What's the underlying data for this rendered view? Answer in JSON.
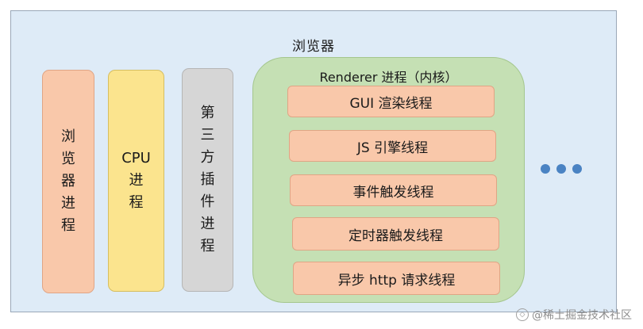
{
  "browser": {
    "title": "浏览器"
  },
  "processes": {
    "browser_process": [
      "浏",
      "览",
      "器",
      "进",
      "程"
    ],
    "cpu_process": [
      "CPU",
      "进",
      "程"
    ],
    "plugin_process": [
      "第",
      "三",
      "方",
      "插",
      "件",
      "进",
      "程"
    ]
  },
  "renderer": {
    "title": "Renderer 进程（内核）",
    "threads": [
      "GUI 渲染线程",
      "JS 引擎线程",
      "事件触发线程",
      "定时器触发线程",
      "异步 http 请求线程"
    ]
  },
  "watermark": {
    "text": "@稀土掘金技术社区"
  },
  "colors": {
    "browser_bg": "#deebf7",
    "process_orange": "#f9c8aa",
    "process_yellow": "#fbe48e",
    "process_gray": "#d6d6d6",
    "renderer_green": "#c5e0b4",
    "dots_blue": "#4a83c3"
  }
}
